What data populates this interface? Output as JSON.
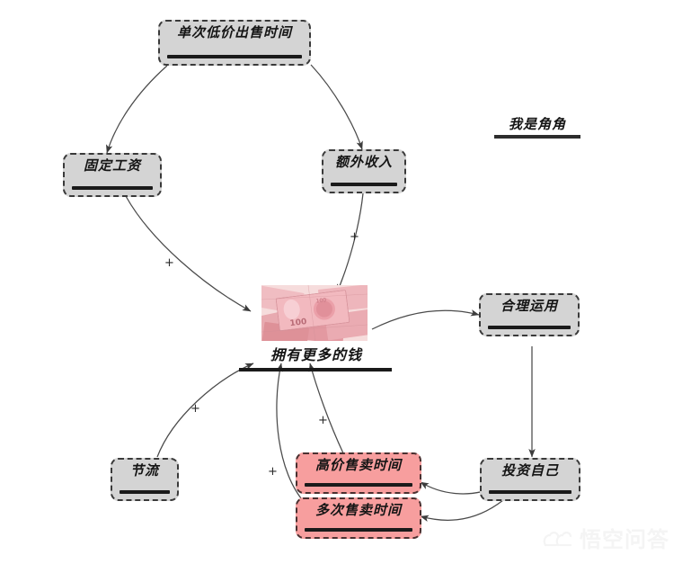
{
  "diagram": {
    "title_note": "我是角角",
    "nodes": [
      {
        "id": "n1",
        "label": "单次低价出售时间",
        "style": "gray"
      },
      {
        "id": "n2",
        "label": "固定工资",
        "style": "gray"
      },
      {
        "id": "n3",
        "label": "额外收入",
        "style": "gray"
      },
      {
        "id": "n4",
        "label": "拥有更多的钱",
        "style": "image"
      },
      {
        "id": "n5",
        "label": "合理运用",
        "style": "gray"
      },
      {
        "id": "n6",
        "label": "投资自己",
        "style": "gray"
      },
      {
        "id": "n7",
        "label": "节流",
        "style": "gray"
      },
      {
        "id": "n8",
        "label": "高价售卖时间",
        "style": "pink"
      },
      {
        "id": "n9",
        "label": "多次售卖时间",
        "style": "pink"
      }
    ],
    "edge_labels": {
      "plus": "+"
    },
    "edges": [
      {
        "from": "单次低价出售时间",
        "to": "固定工资",
        "sign": ""
      },
      {
        "from": "单次低价出售时间",
        "to": "额外收入",
        "sign": ""
      },
      {
        "from": "固定工资",
        "to": "拥有更多的钱",
        "sign": "+"
      },
      {
        "from": "额外收入",
        "to": "拥有更多的钱",
        "sign": "+"
      },
      {
        "from": "拥有更多的钱",
        "to": "合理运用",
        "sign": ""
      },
      {
        "from": "合理运用",
        "to": "投资自己",
        "sign": ""
      },
      {
        "from": "投资自己",
        "to": "高价售卖时间",
        "sign": ""
      },
      {
        "from": "投资自己",
        "to": "多次售卖时间",
        "sign": ""
      },
      {
        "from": "高价售卖时间",
        "to": "拥有更多的钱",
        "sign": "+"
      },
      {
        "from": "多次售卖时间",
        "to": "拥有更多的钱",
        "sign": "+"
      },
      {
        "from": "节流",
        "to": "拥有更多的钱",
        "sign": "+"
      }
    ],
    "colors": {
      "node_gray": "#d4d4d4",
      "node_pink": "#f79e9e",
      "border": "#3a3a3a",
      "edge": "#4a4a4a",
      "text": "#151515"
    },
    "watermark": {
      "text": "悟空问答",
      "icon": "cloud-logo-icon"
    }
  }
}
